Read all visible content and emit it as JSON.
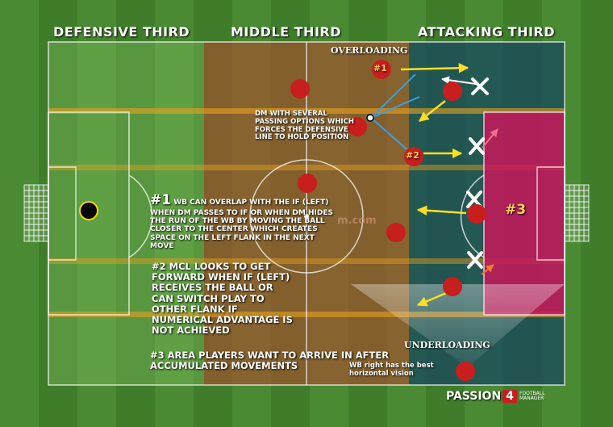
{
  "zones": {
    "defensive": "DEFENSIVE THIRD",
    "middle": "MIDDLE THIRD",
    "attacking": "ATTACKING THIRD"
  },
  "labels": {
    "overloading": "OVERLOADING",
    "underloading": "UNDERLOADING",
    "dm_note": "DM WITH SEVERAL PASSING OPTIONS WHICH FORCES THE DEFENSIVE LINE TO HOLD POSITION",
    "note1_num": "#1",
    "note1_text": "WB CAN OVERLAP WITH THE IF (left) WHEN DM PASSES TO IF OR WHEN DM HIDES THE RUN OF THE WB BY MOVING THE BALL CLOSER TO THE CENTER WHICH CREATES SPACE ON THE LEFT FLANK IN THE NEXT MOVE",
    "note2": "#2 MCL LOOKS TO GET FORWARD WHEN IF (left) RECEIVES THE BALL OR CAN SWITCH PLAY TO OTHER FLANK IF NUMERICAL ADVANTAGE IS NOT ACHIEVED",
    "note3": "#3 AREA PLAYERS WANT TO ARRIVE IN AFTER ACCUMULATED MOVEMENTS",
    "wb_note": "WB right has the best horizontal vision",
    "player1": "#1",
    "player2": "#2",
    "area3": "#3",
    "watermark": "m.com",
    "logo_main": "PASSION",
    "logo_num": "4",
    "logo_sub1": "FOOTBALL",
    "logo_sub2": "MANAGER"
  },
  "colors": {
    "defensive_zone": "#7fbf5a",
    "middle_zone": "#a0522d",
    "attacking_zone": "#1f4f60",
    "band": "#e8a020",
    "player": "#c81e1e",
    "area3": "#c8185a",
    "arrow_yellow": "#ffe020",
    "arrow_blue": "#3aa0e0"
  }
}
